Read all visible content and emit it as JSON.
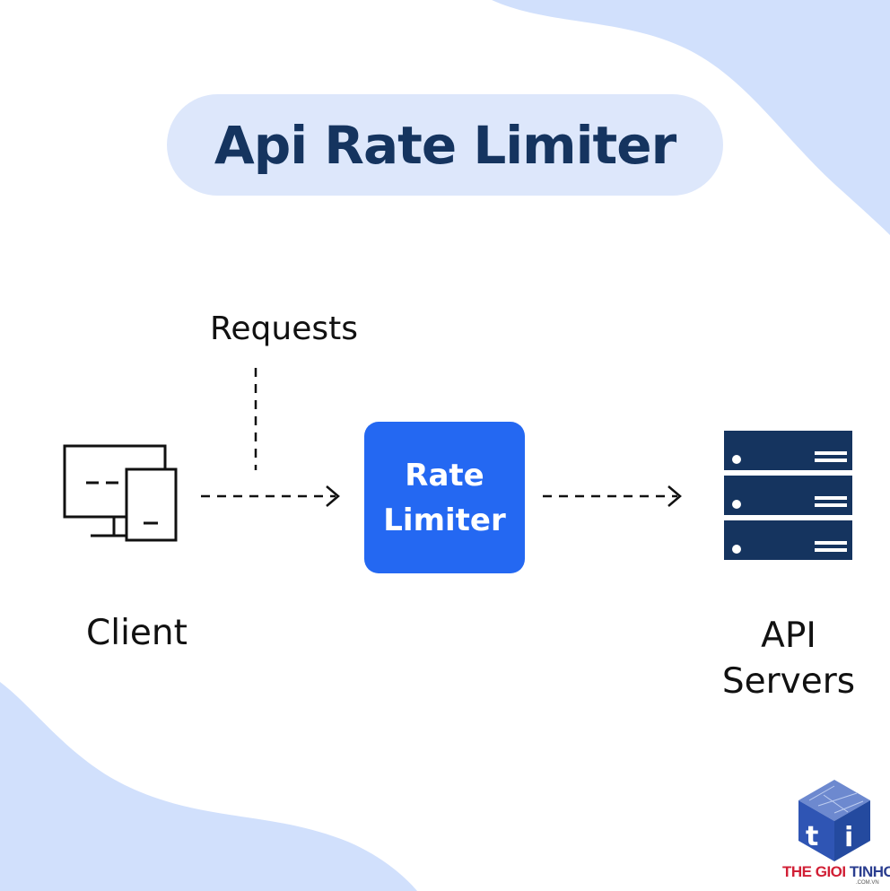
{
  "title": "Api Rate Limiter",
  "nodes": {
    "client": {
      "label": "Client"
    },
    "rate_limiter": {
      "label_line1": "Rate",
      "label_line2": "Limiter"
    },
    "api_servers": {
      "label_line1": "API",
      "label_line2": "Servers"
    }
  },
  "edges": {
    "requests": {
      "label": "Requests"
    }
  },
  "logo": {
    "part1": "THE GIOI ",
    "part2": "TINHOC",
    "domain": ".COM.VN",
    "icon_letters": "ti"
  },
  "colors": {
    "title_pill": "#dde7fb",
    "title_text": "#15345f",
    "rate_limiter_box": "#2468f2",
    "server_rack": "#15345f",
    "background_blob": "#c9dafb",
    "logo_red": "#d11f35",
    "logo_blue": "#2a3d8f"
  }
}
